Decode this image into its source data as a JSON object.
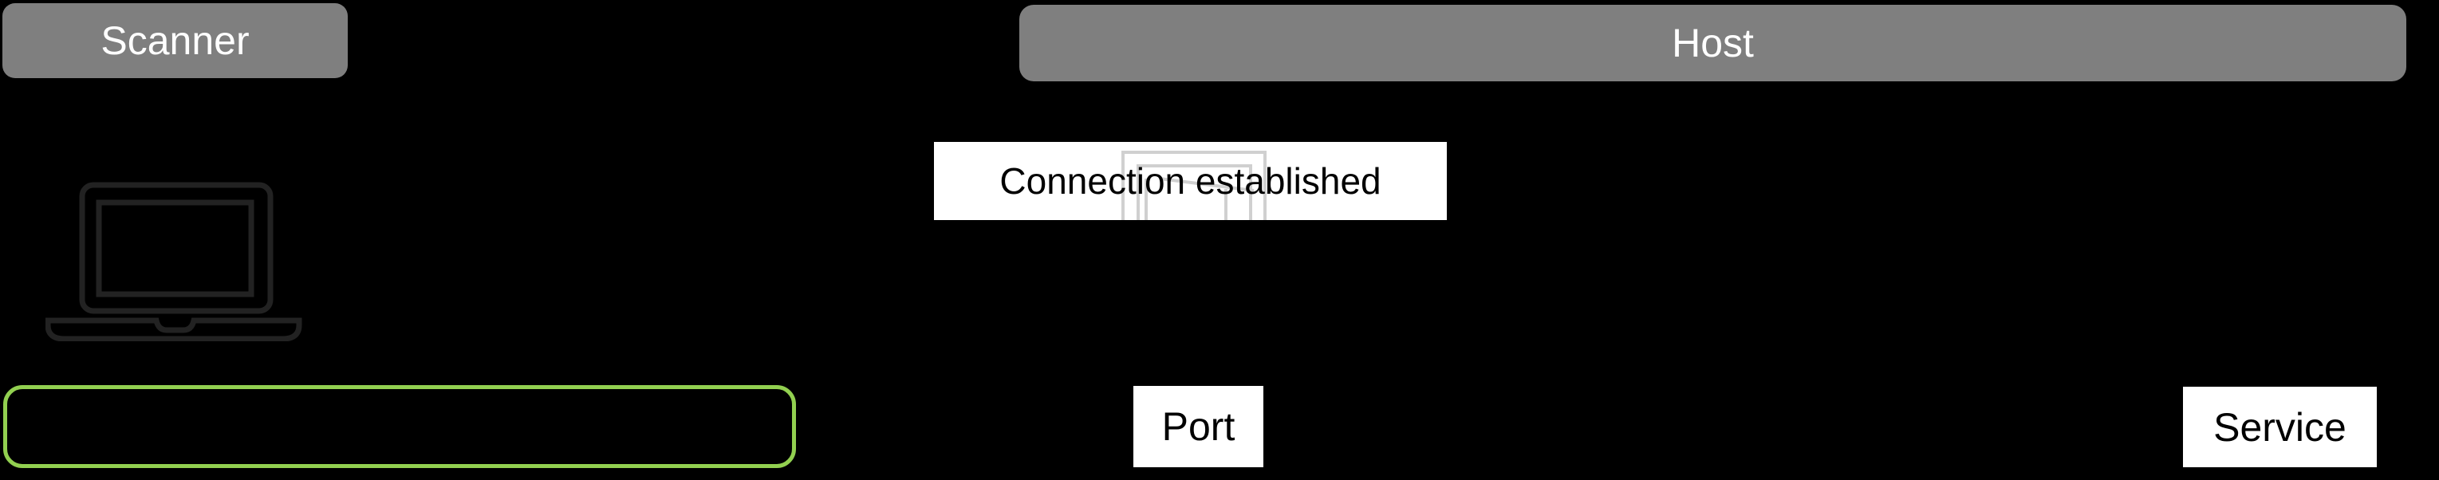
{
  "slide": {
    "background": "#000000",
    "headers": {
      "scanner": {
        "label": "Scanner",
        "bg": "#7F7F7F",
        "text_color": "#FFFFFF"
      },
      "host": {
        "label": "Host",
        "bg": "#7F7F7F",
        "text_color": "#FFFFFF"
      }
    },
    "labels": {
      "connection": {
        "text": "Connection established",
        "bg": "#FFFFFF",
        "text_color": "#000000"
      },
      "port": {
        "text": "Port",
        "bg": "#FFFFFF",
        "text_color": "#000000"
      },
      "service": {
        "text": "Service",
        "bg": "#FFFFFF",
        "text_color": "#000000"
      }
    },
    "icons": {
      "laptop": {
        "name": "laptop-icon",
        "stroke": "#222222"
      },
      "host_desk": {
        "name": "desk-icon",
        "stroke": "#D0D0D0"
      }
    },
    "highlight": {
      "name": "scan-highlight-box",
      "border_color": "#92D050"
    }
  }
}
